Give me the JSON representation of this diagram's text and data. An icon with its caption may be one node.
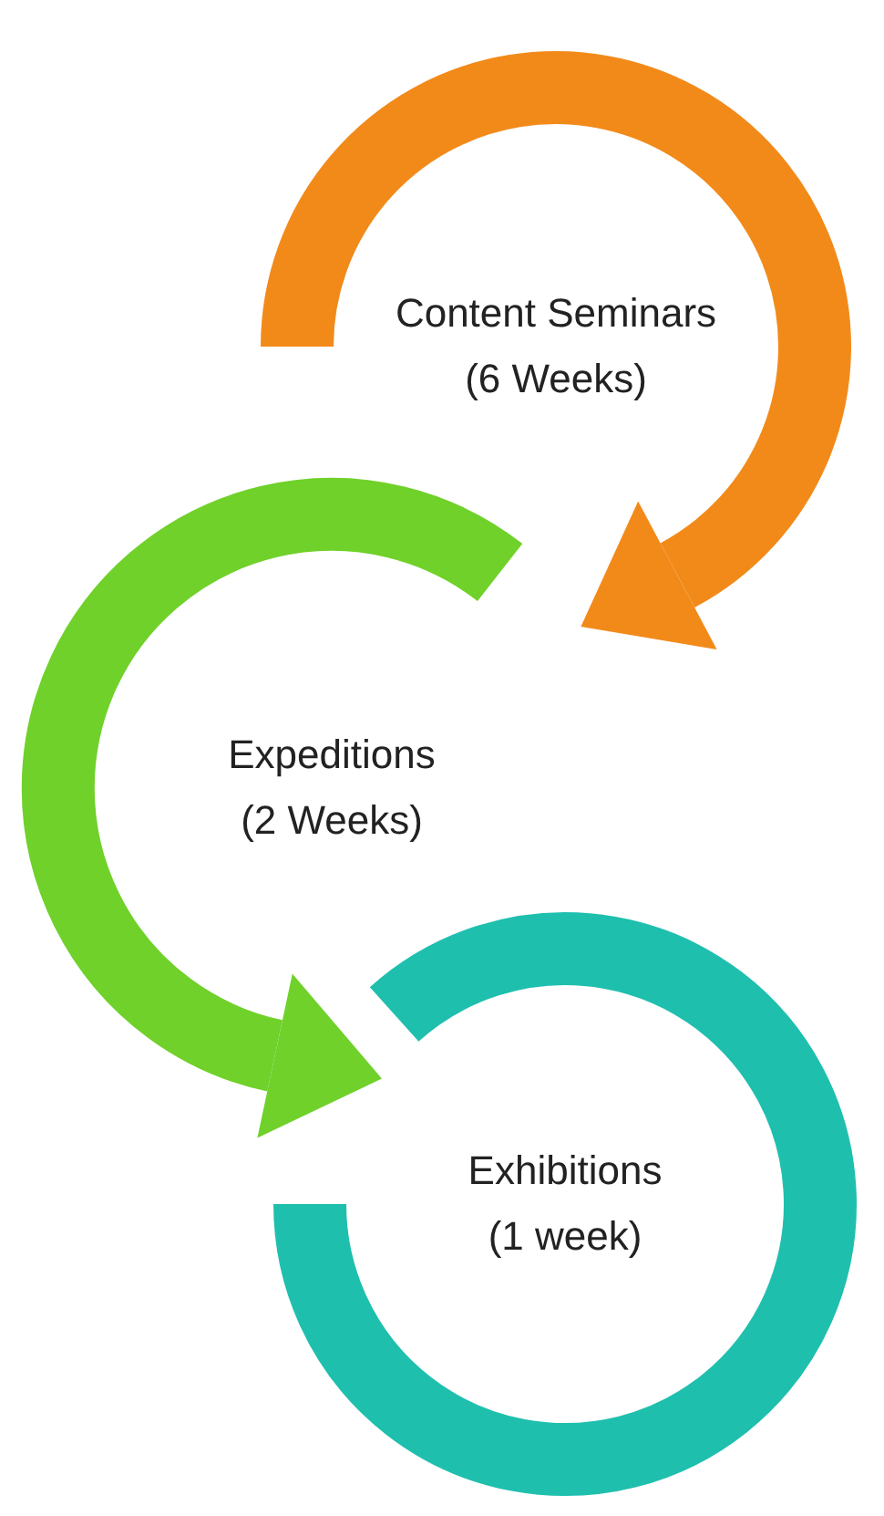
{
  "diagram": {
    "nodes": [
      {
        "text": [
          "Content Seminars",
          "(6 Weeks)"
        ]
      },
      {
        "text": [
          "Expeditions",
          "(2 Weeks)"
        ]
      },
      {
        "text": [
          "Exhibitions",
          "(1 week)"
        ]
      }
    ]
  }
}
